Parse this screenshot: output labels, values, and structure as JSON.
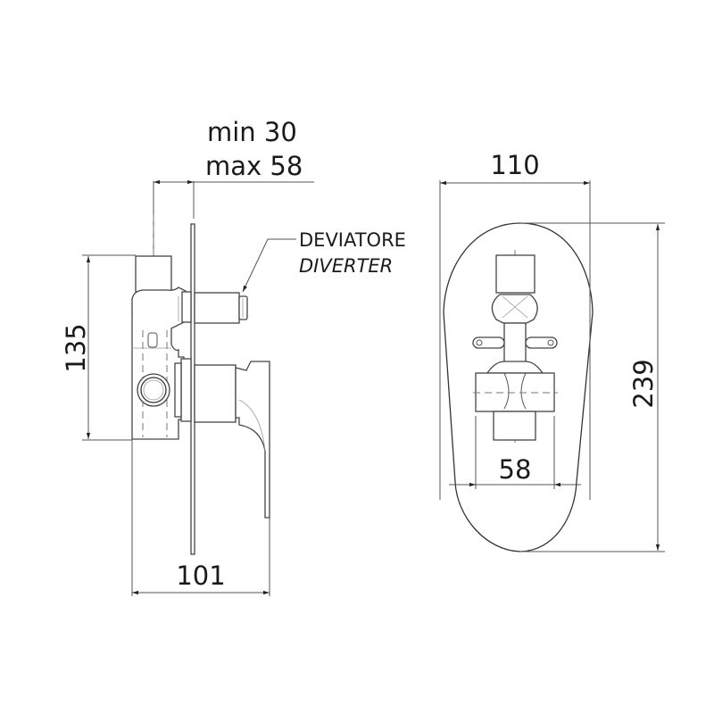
{
  "side_view": {
    "depth_label_line1": "min 30",
    "depth_label_line2": "max 58",
    "height_dim": "135",
    "width_dim": "101",
    "callout_line1": "DEVIATORE",
    "callout_line2": "DIVERTER"
  },
  "front_view": {
    "width_dim": "110",
    "height_dim": "239",
    "inner_width_dim": "58"
  },
  "colors": {
    "line": "#333333",
    "text": "#1a1a1a",
    "background": "#ffffff"
  }
}
